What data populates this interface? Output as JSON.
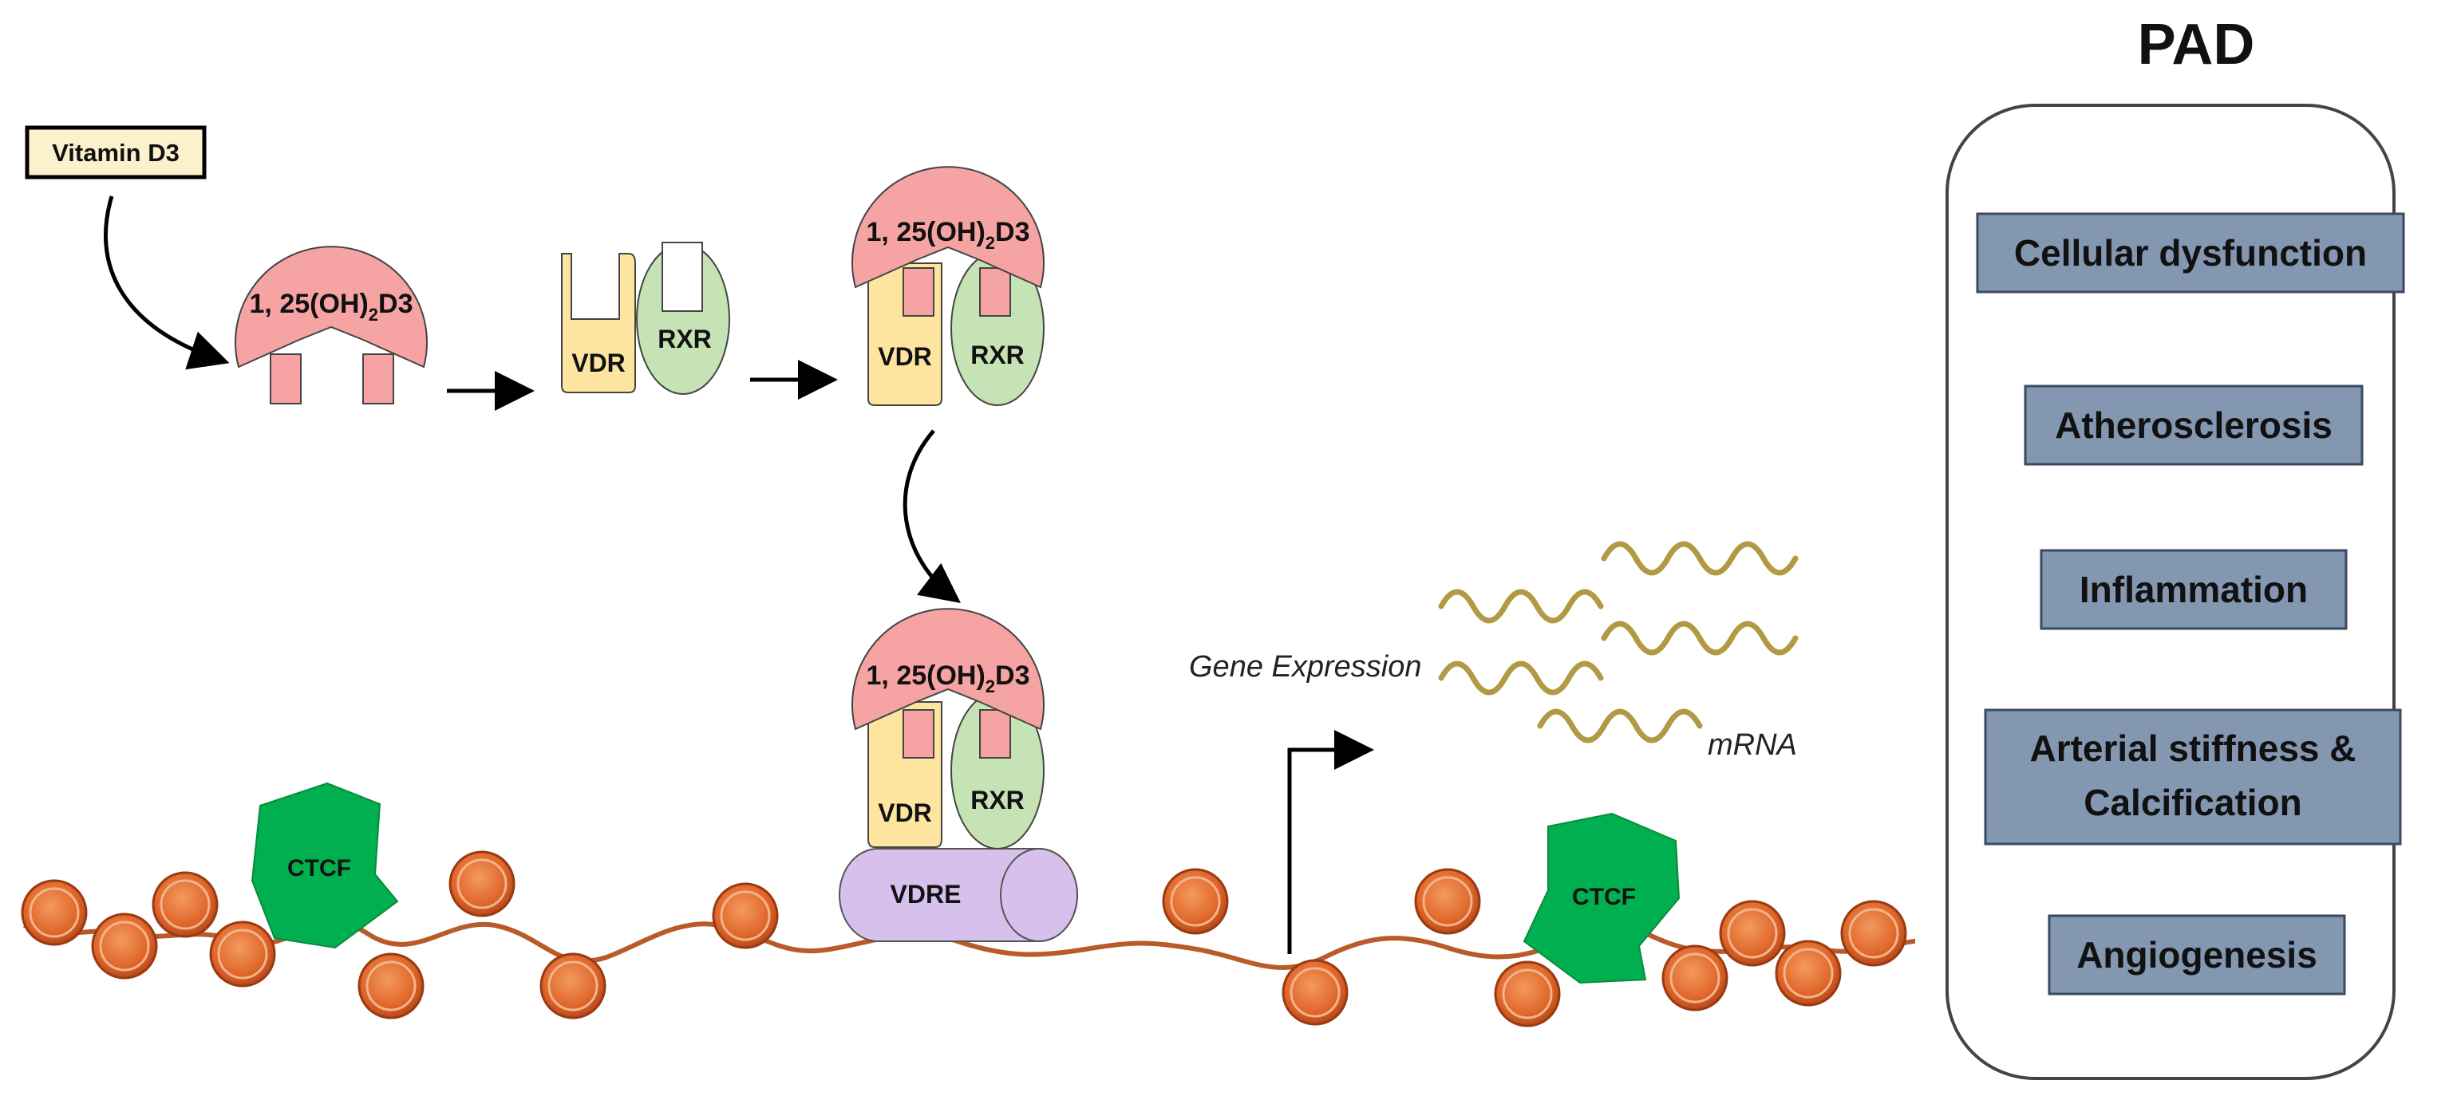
{
  "input": {
    "label": "Vitamin D3"
  },
  "hormone": {
    "prefix": "1, 25(OH)",
    "subscript": "2",
    "suffix": "D3"
  },
  "receptors": {
    "vdr": "VDR",
    "rxr": "RXR"
  },
  "dna": {
    "vdre": "VDRE",
    "ctcf": "CTCF"
  },
  "expression": {
    "label": "Gene Expression",
    "mrna": "mRNA"
  },
  "pad": {
    "title": "PAD",
    "items": [
      {
        "line1": "Cellular dysfunction",
        "line2": ""
      },
      {
        "line1": "Atherosclerosis",
        "line2": ""
      },
      {
        "line1": "Inflammation",
        "line2": ""
      },
      {
        "line1": "Arterial stiffness &",
        "line2": "Calcification"
      },
      {
        "line1": "Angiogenesis",
        "line2": ""
      }
    ]
  },
  "colors": {
    "hormone": "#f6a3a3",
    "vdr": "#fde5a0",
    "rxr": "#c6e3b5",
    "vdre": "#d8c0ec",
    "ctcf": "#00b050",
    "nucleosome": "#e8793a",
    "dna": "#b85a2a",
    "mrna": "#b29a45",
    "padBox": "#8497b0",
    "vitaminBox": "#fdf0cc"
  }
}
